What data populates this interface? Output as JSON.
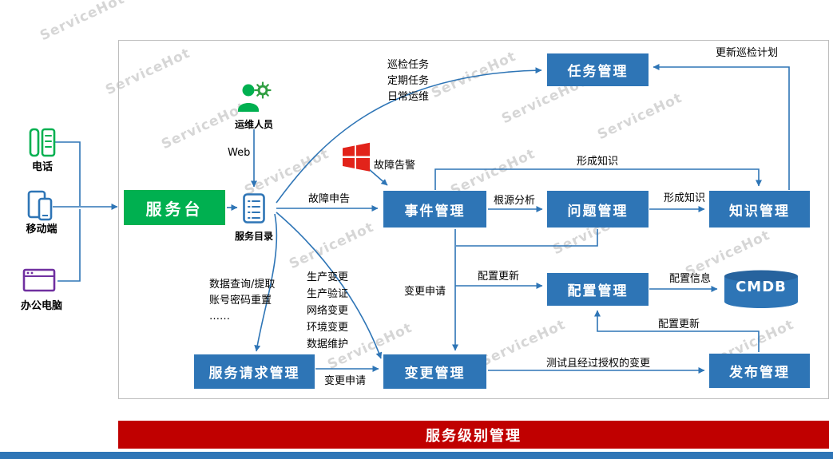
{
  "watermark": {
    "text": "ServiceHot"
  },
  "colors": {
    "box_blue": "#2E75B6",
    "green": "#00B050",
    "red_bar": "#C00000",
    "purple": "#7030A0",
    "windows_red": "#E2231A",
    "line_blue": "#2E75B6"
  },
  "sources": {
    "phone": "电话",
    "mobile": "移动端",
    "pc": "办公电脑"
  },
  "actors": {
    "ops": "运维人员",
    "web": "Web",
    "catalog": "服务目录"
  },
  "nodes": {
    "service_desk": "服务台",
    "task": "任务管理",
    "incident": "事件管理",
    "problem": "问题管理",
    "knowledge": "知识管理",
    "config": "配置管理",
    "cmdb": "CMDB",
    "release": "发布管理",
    "change": "变更管理",
    "request": "服务请求管理",
    "service_level": "服务级别管理"
  },
  "edges": {
    "patrol": "巡检任务\n定期任务\n日常运维",
    "update_plan": "更新巡检计划",
    "fault_alarm": "故障告警",
    "fault_report": "故障申告",
    "root_cause": "根源分析",
    "knowledge_top": "形成知识",
    "knowledge_mid": "形成知识",
    "data_query": "数据查询/提取\n账号密码重置\n……",
    "prod_change": "生产变更\n生产验证\n网络变更\n环境变更\n数据维护",
    "change_req_vert": "变更申请",
    "change_req_horiz": "变更申请",
    "config_update_left": "配置更新",
    "config_update_right": "配置更新",
    "config_info": "配置信息",
    "tested_change": "测试且经过授权的变更"
  }
}
